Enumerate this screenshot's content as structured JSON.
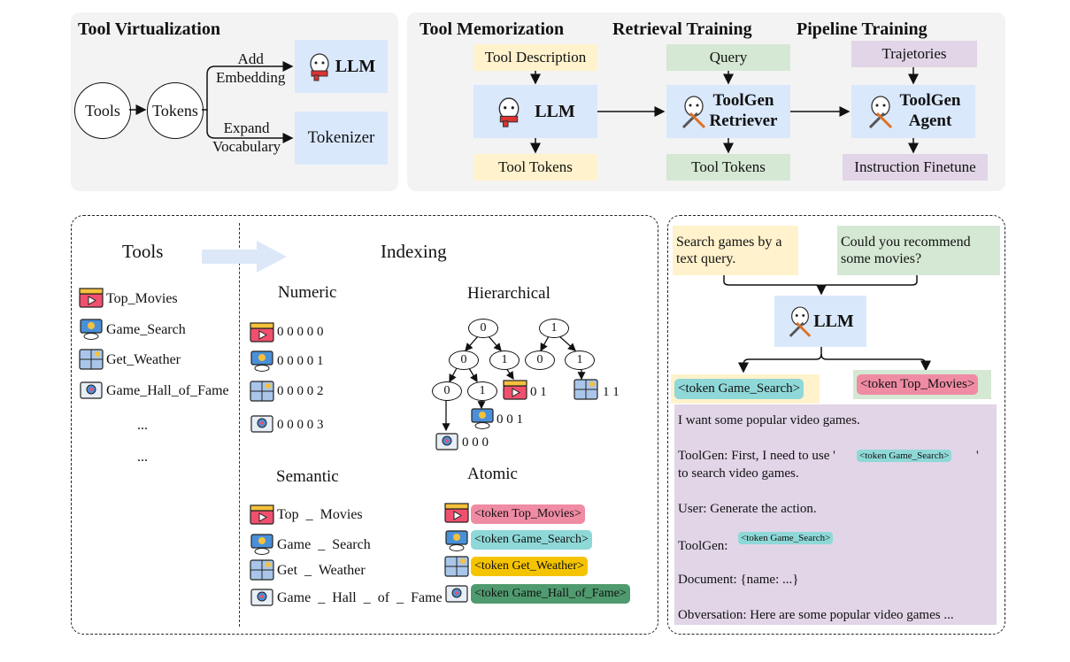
{
  "tool_virtualization": {
    "title": "Tool Virtualization",
    "tools": "Tools",
    "tokens": "Tokens",
    "add_embedding": "Add\nEmbedding",
    "llm": "LLM",
    "expand_vocabulary": "Expand\nVocabulary",
    "tokenizer": "Tokenizer"
  },
  "tool_memorization": {
    "title": "Tool Memorization",
    "input": "Tool Description",
    "model": "LLM",
    "output": "Tool Tokens"
  },
  "retrieval_training": {
    "title": "Retrieval Training",
    "input": "Query",
    "model": "ToolGen\nRetriever",
    "output": "Tool Tokens"
  },
  "pipeline_training": {
    "title": "Pipeline Training",
    "input": "Trajetories",
    "model": "ToolGen\nAgent",
    "output": "Instruction Finetune"
  },
  "indexing_panel": {
    "tools_header": "Tools",
    "indexing_header": "Indexing",
    "tool_list": [
      "Top_Movies",
      "Game_Search",
      "Get_Weather",
      "Game_Hall_of_Fame"
    ],
    "ellipsis": "...",
    "numeric": {
      "title": "Numeric",
      "codes": [
        "0 0 0 0 0",
        "0 0 0 0 1",
        "0 0 0 0 2",
        "0 0 0 0 3"
      ]
    },
    "hierarchical": {
      "title": "Hierarchical",
      "nodes": [
        "0",
        "1",
        "0",
        "1",
        "0",
        "1",
        "0",
        "1"
      ],
      "codes": [
        "0 1",
        "1 1",
        "0 0 1",
        "0 0 0"
      ]
    },
    "semantic": {
      "title": "Semantic",
      "names": [
        "Top  _  Movies",
        "Game  _  Search",
        "Get  _  Weather",
        "Game  _  Hall  _  of  _  Fame"
      ]
    },
    "atomic": {
      "title": "Atomic",
      "tokens": [
        "<token Top_Movies>",
        "<token Game_Search>",
        "<token Get_Weather>",
        "<token Game_Hall_of_Fame>"
      ]
    }
  },
  "inference_panel": {
    "query1": "Search games by a\ntext query.",
    "query2": "Could you recommend\nsome movies?",
    "model": "LLM",
    "out1": "<token Game_Search>",
    "out2": "<token Top_Movies>",
    "dialog": {
      "l1": "I want some popular video games.",
      "l2a": "ToolGen: First, I need to use '",
      "l2tok": "<token Game_Search>",
      "l2b": "'",
      "l2c": "to search video games.",
      "l3": "User: Generate the action.",
      "l4": "ToolGen:",
      "l4tok": "<token Game_Search>",
      "l5": "Document: {name: ...}",
      "l6": "Obversation: Here are some popular video games ..."
    }
  },
  "colors": {
    "blue": "#dae8fc",
    "yellow": "#fff2cc",
    "green": "#d5e8d4",
    "purple": "#e1d5e7",
    "pink_token": "#f08ba4",
    "cyan_token": "#8fd8d8",
    "yellow_token": "#f5c400",
    "green_token": "#4f9a6e"
  },
  "icons": [
    "llama-icon",
    "llama-tools-icon",
    "movie-clapper-icon",
    "game-controller-icon",
    "weather-icon",
    "hall-of-fame-icon"
  ]
}
